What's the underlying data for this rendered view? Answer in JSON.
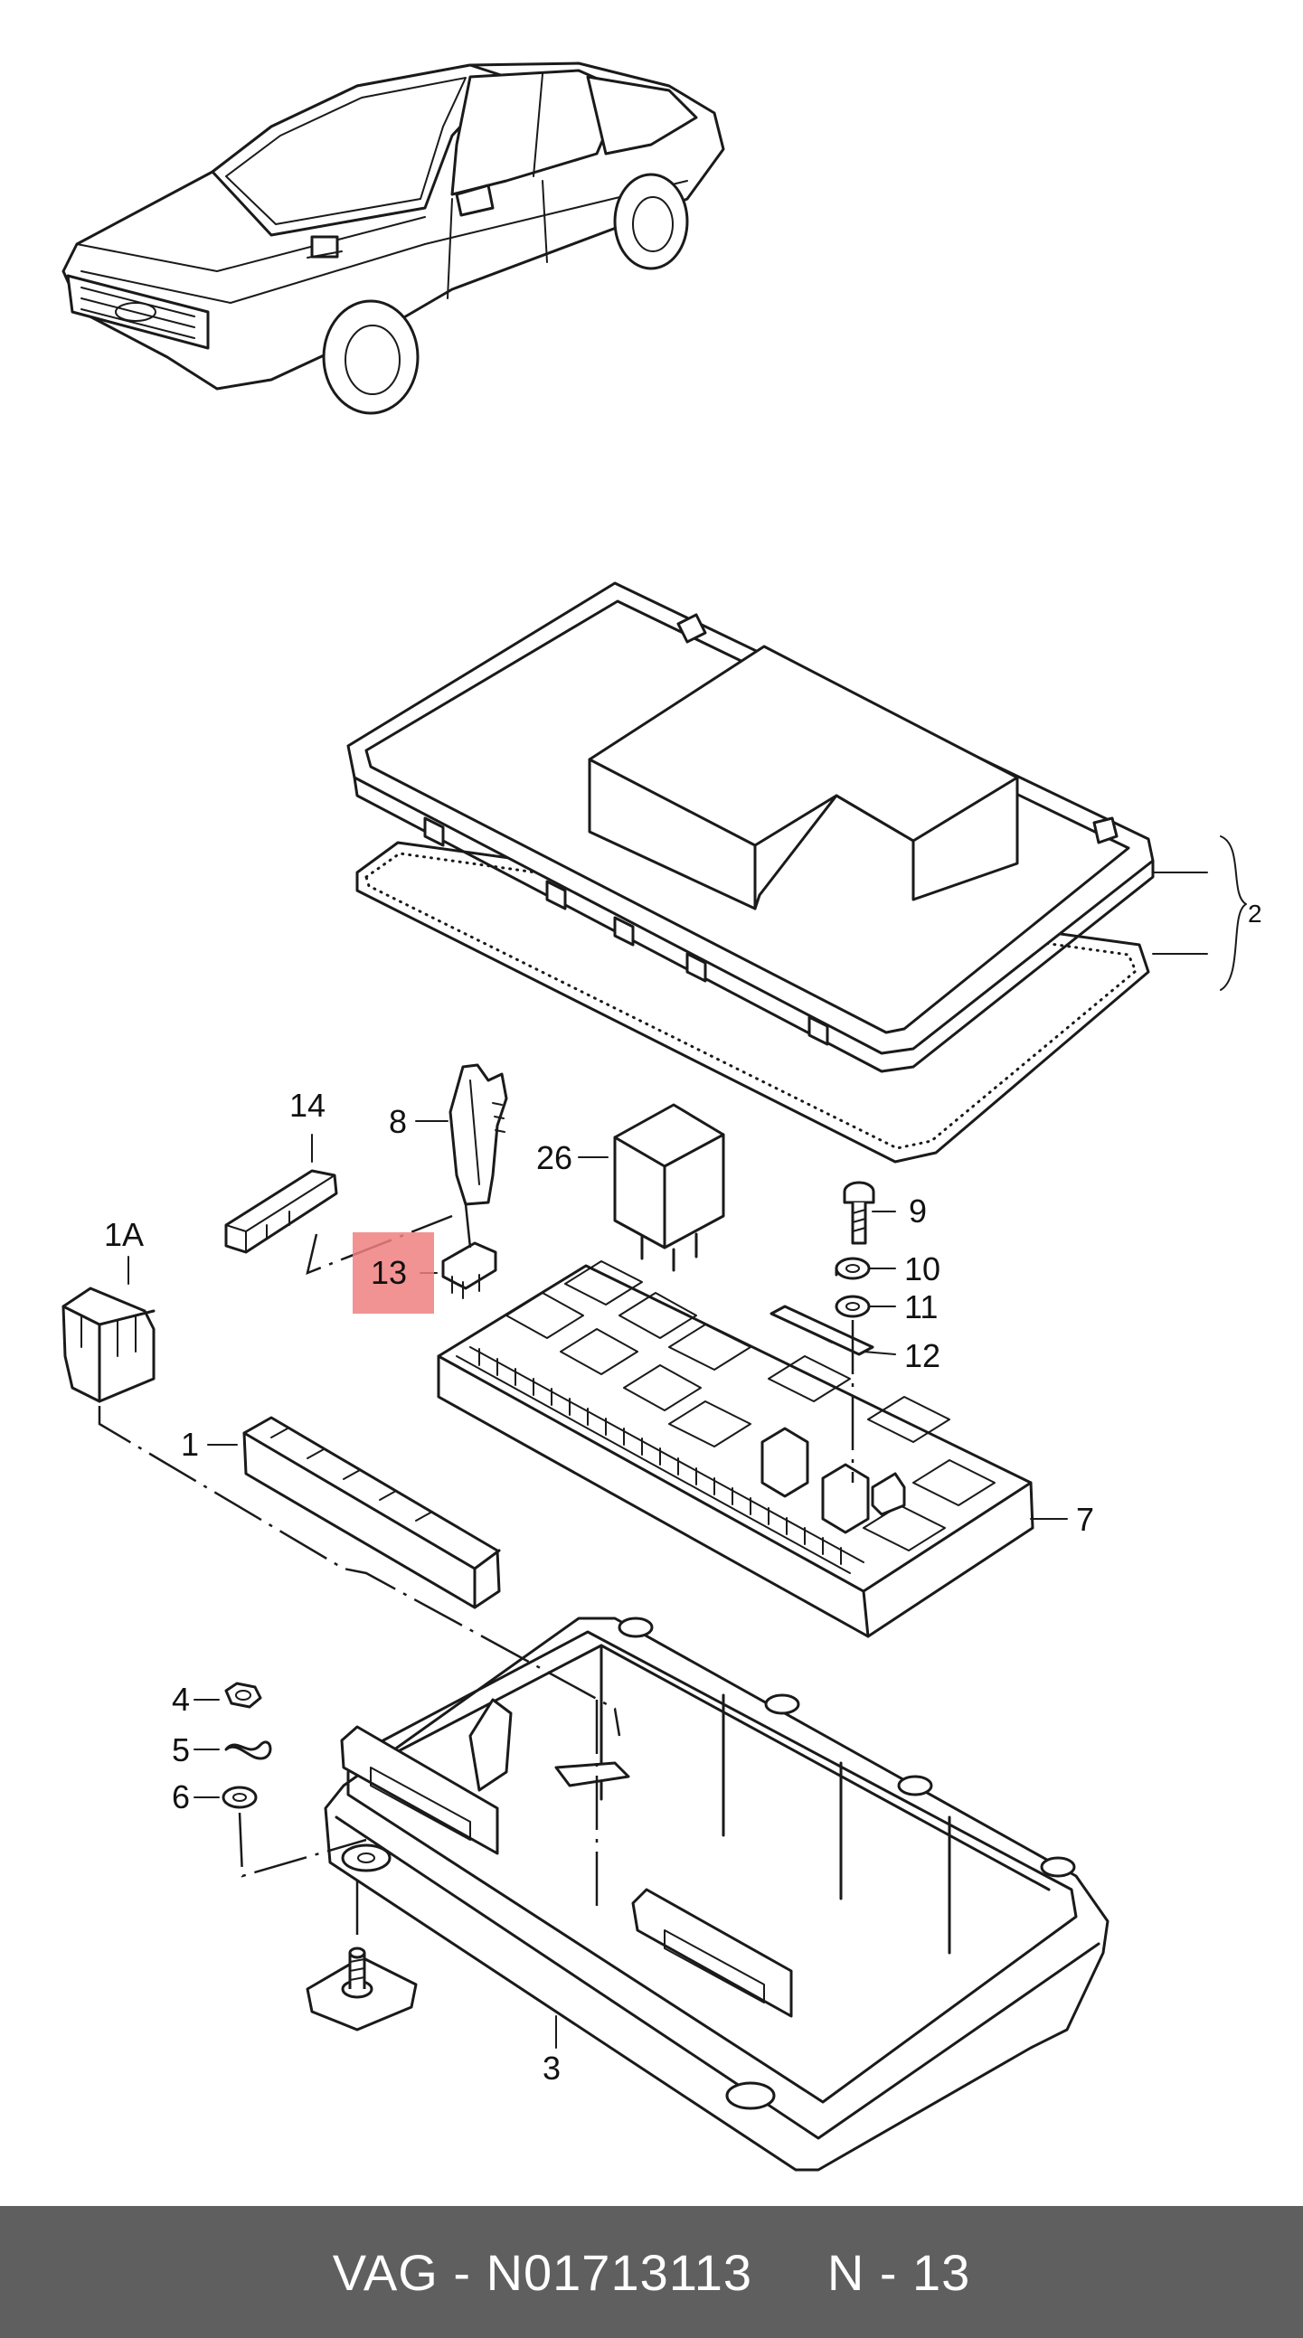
{
  "callouts": {
    "c1": "1",
    "c1a": "1A",
    "c2": "2",
    "c3": "3",
    "c4": "4",
    "c5": "5",
    "c6": "6",
    "c7": "7",
    "c8": "8",
    "c9": "9",
    "c10": "10",
    "c11": "11",
    "c12": "12",
    "c13": "13",
    "c14": "14",
    "c26": "26"
  },
  "highlight": {
    "part": "13",
    "color": "#f08080"
  },
  "footer": {
    "brand": "VAG",
    "separator": " - ",
    "part_number": "N01713113",
    "gap": "     ",
    "position": "N - 13"
  },
  "colors": {
    "footer_bg": "#5f5f5f",
    "footer_text": "#ffffff"
  }
}
